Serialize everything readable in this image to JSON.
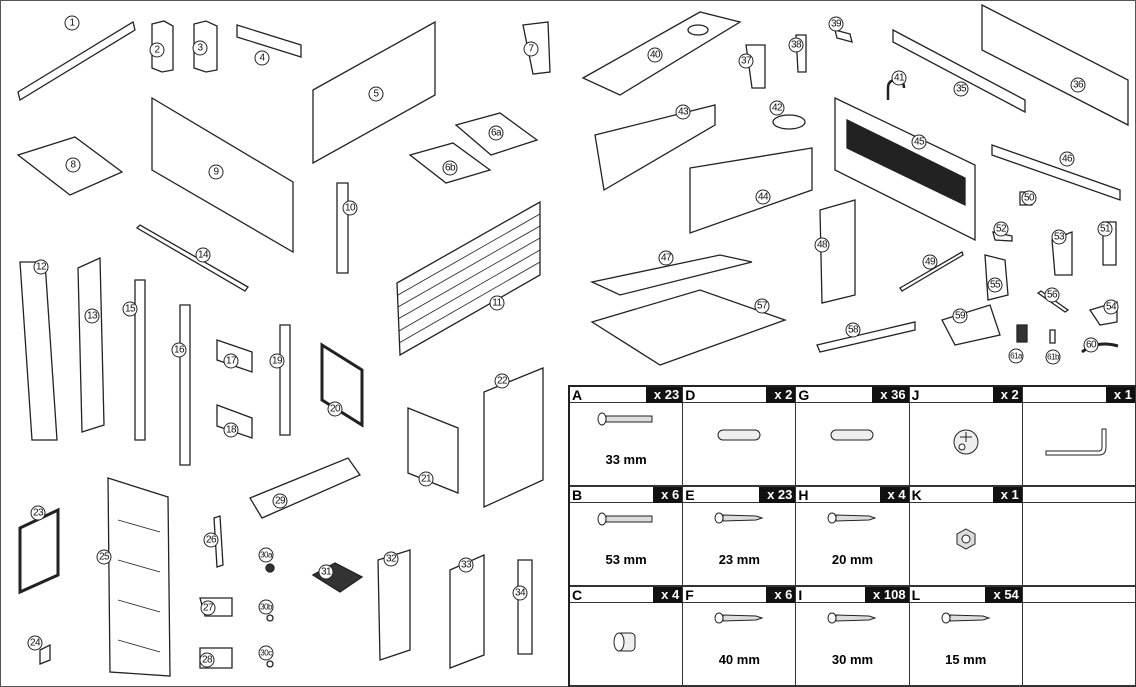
{
  "parts": [
    "1",
    "2",
    "3",
    "4",
    "5",
    "6a",
    "6b",
    "7",
    "8",
    "9",
    "10",
    "11",
    "12",
    "13",
    "14",
    "15",
    "16",
    "17",
    "18",
    "19",
    "20",
    "21",
    "22",
    "23",
    "24",
    "25",
    "26",
    "27",
    "28",
    "29",
    "30a",
    "30b",
    "30c",
    "31",
    "32",
    "33",
    "34",
    "35",
    "36",
    "37",
    "38",
    "39",
    "40",
    "41",
    "42",
    "43",
    "44",
    "45",
    "46",
    "47",
    "48",
    "49",
    "50",
    "51",
    "52",
    "53",
    "54",
    "55",
    "56",
    "57",
    "58",
    "59",
    "60",
    "61a",
    "61b"
  ],
  "hardware": [
    {
      "letter": "A",
      "count": "x 23",
      "size": "33 mm",
      "icon": "bolt-icon"
    },
    {
      "letter": "D",
      "count": "x 2",
      "size": "",
      "icon": "dowel-icon"
    },
    {
      "letter": "G",
      "count": "x 36",
      "size": "",
      "icon": "dowel-icon"
    },
    {
      "letter": "J",
      "count": "x 2",
      "size": "",
      "icon": "cam-lock-icon"
    },
    {
      "letter": "",
      "count": "x 1",
      "size": "",
      "icon": "allen-key-icon"
    },
    {
      "letter": "B",
      "count": "x 6",
      "size": "53 mm",
      "icon": "bolt-icon"
    },
    {
      "letter": "E",
      "count": "x 23",
      "size": "23 mm",
      "icon": "screw-icon"
    },
    {
      "letter": "H",
      "count": "x 4",
      "size": "20 mm",
      "icon": "screw-icon"
    },
    {
      "letter": "K",
      "count": "x 1",
      "size": "",
      "icon": "nut-icon"
    },
    {
      "letter": "",
      "count": "",
      "size": "",
      "icon": ""
    },
    {
      "letter": "C",
      "count": "x 4",
      "size": "",
      "icon": "barrel-nut-icon"
    },
    {
      "letter": "F",
      "count": "x 6",
      "size": "40 mm",
      "icon": "screw-icon"
    },
    {
      "letter": "I",
      "count": "x 108",
      "size": "30 mm",
      "icon": "screw-icon"
    },
    {
      "letter": "L",
      "count": "x 54",
      "size": "15 mm",
      "icon": "screw-icon"
    },
    {
      "letter": "",
      "count": "",
      "size": "",
      "icon": ""
    }
  ]
}
